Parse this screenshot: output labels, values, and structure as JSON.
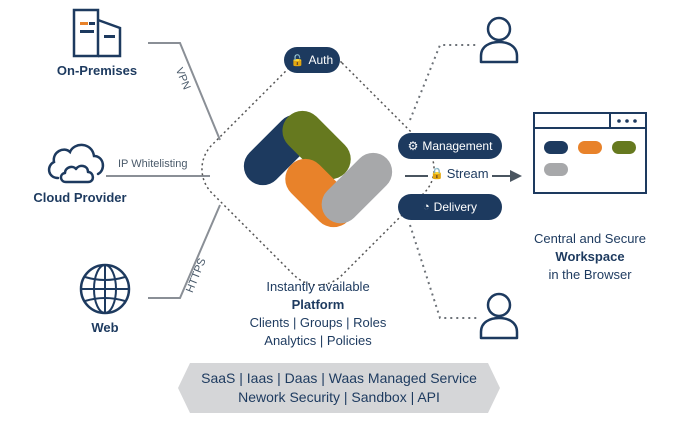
{
  "left_nodes": {
    "on_premises": {
      "label": "On-Premises",
      "icon": "building-icon"
    },
    "cloud_provider": {
      "label": "Cloud Provider",
      "icon": "cloud-icon"
    },
    "web": {
      "label": "Web",
      "icon": "globe-icon"
    }
  },
  "connections": {
    "vpn": "VPN",
    "ip_whitelisting": "IP Whitelisting",
    "https": "HTTPS"
  },
  "pills": {
    "auth": "Auth",
    "management": "Management",
    "delivery": "Delivery"
  },
  "stream_label": "Stream",
  "platform": {
    "line1": "Instantly available",
    "line2": "Platform",
    "line3": "Clients | Groups | Roles",
    "line4": "Analytics | Policies"
  },
  "workspace": {
    "line1": "Central and Secure",
    "line2": "Workspace",
    "line3": "in the Browser"
  },
  "banner": {
    "line1": "SaaS | Iaas | Daas | Waas Managed Service",
    "line2": "Nework Security | Sandbox | API"
  },
  "colors": {
    "navy": "#1d3a5f",
    "orange": "#e8822a",
    "green": "#66791f",
    "gray": "#a7a8aa",
    "banner": "#d5d6d8"
  }
}
